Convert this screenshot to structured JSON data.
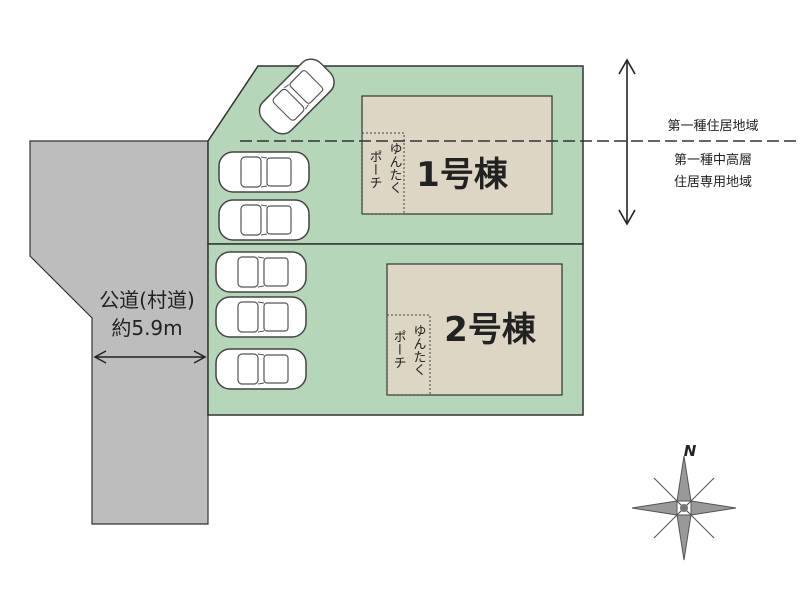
{
  "road": {
    "label": "公道(村道)",
    "width_label": "約5.9m"
  },
  "buildings": [
    {
      "name": "1号棟",
      "porch_line1": "ゆんたく",
      "porch_line2": "ポーチ"
    },
    {
      "name": "2号棟",
      "porch_line1": "ゆんたく",
      "porch_line2": "ポーチ"
    }
  ],
  "zoning": {
    "upper": "第一種住居地域",
    "lower_line1": "第一種中高層",
    "lower_line2": "住居専用地域"
  },
  "compass": {
    "north": "N"
  },
  "colors": {
    "lot": "#b5d6b8",
    "building": "#ddd6c4",
    "road": "#bdbdbd",
    "outline": "#333333",
    "compass": "#8f8f8f"
  }
}
